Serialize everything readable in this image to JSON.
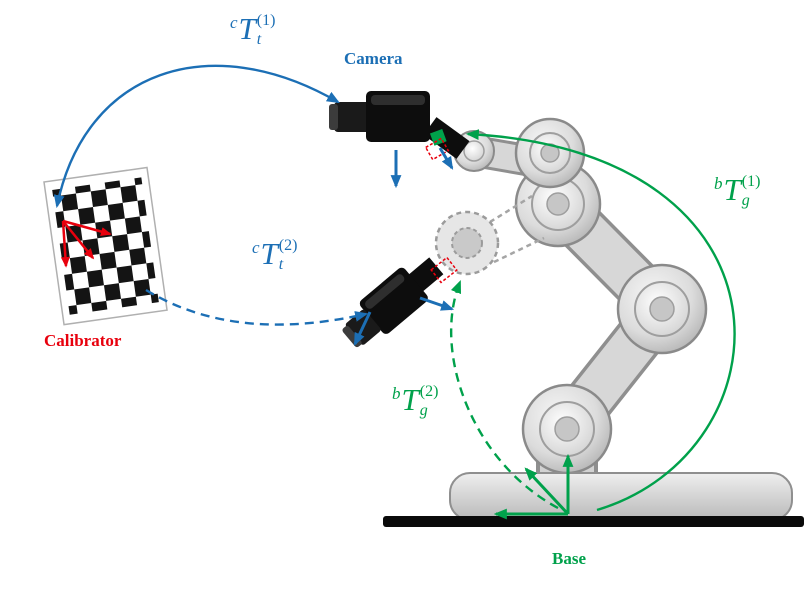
{
  "colors": {
    "blue": "#1c6fb5",
    "green": "#00a14b",
    "red": "#e8000d",
    "black": "#0a0a0a"
  },
  "labels": {
    "camera": "Camera",
    "calibrator": "Calibrator",
    "base": "Base"
  },
  "transforms": {
    "ct1": {
      "pre": "c",
      "main": "T",
      "sub": "t",
      "sup": "(1)"
    },
    "ct2": {
      "pre": "c",
      "main": "T",
      "sub": "t",
      "sup": "(2)"
    },
    "bg1": {
      "pre": "b",
      "main": "T",
      "sub": "g",
      "sup": "(1)"
    },
    "bg2": {
      "pre": "b",
      "main": "T",
      "sub": "g",
      "sup": "(2)"
    }
  }
}
